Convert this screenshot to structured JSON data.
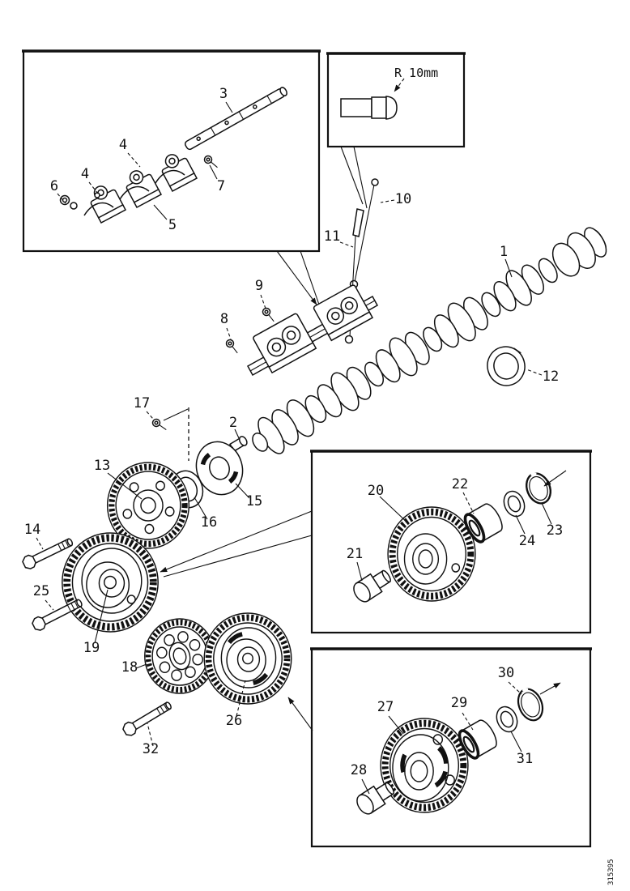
{
  "figure": {
    "radius_note": "R 10mm",
    "doc_number": "315395",
    "colors": {
      "ink": "#111111",
      "paper": "#ffffff"
    }
  },
  "callouts": [
    {
      "part": "3"
    },
    {
      "part": "4"
    },
    {
      "part": "4"
    },
    {
      "part": "6"
    },
    {
      "part": "7"
    },
    {
      "part": "5"
    },
    {
      "part": "9"
    },
    {
      "part": "8"
    },
    {
      "part": "10"
    },
    {
      "part": "11"
    },
    {
      "part": "1"
    },
    {
      "part": "12"
    },
    {
      "part": "17"
    },
    {
      "part": "2"
    },
    {
      "part": "13"
    },
    {
      "part": "15"
    },
    {
      "part": "16"
    },
    {
      "part": "14"
    },
    {
      "part": "25"
    },
    {
      "part": "19"
    },
    {
      "part": "18"
    },
    {
      "part": "26"
    },
    {
      "part": "32"
    },
    {
      "part": "20"
    },
    {
      "part": "21"
    },
    {
      "part": "22"
    },
    {
      "part": "24"
    },
    {
      "part": "23"
    },
    {
      "part": "27"
    },
    {
      "part": "28"
    },
    {
      "part": "29"
    },
    {
      "part": "30"
    },
    {
      "part": "31"
    }
  ]
}
